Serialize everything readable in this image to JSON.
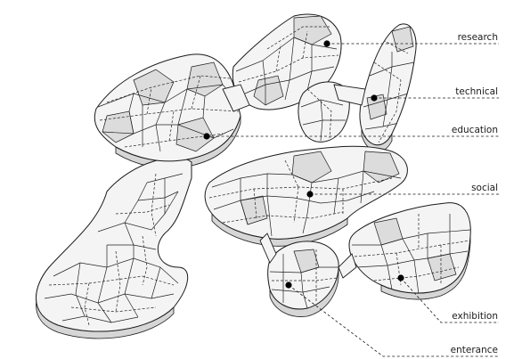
{
  "labels": {
    "research": "research",
    "technical": "technical",
    "education": "education",
    "social": "social",
    "exhibition": "exhibition",
    "enterance": "enterance"
  },
  "colors": {
    "surface": "#f2f2f2",
    "surface_shade": "#dcdcdc",
    "line": "#1a1a1a",
    "dashed": "#222222",
    "background": "#ffffff"
  }
}
